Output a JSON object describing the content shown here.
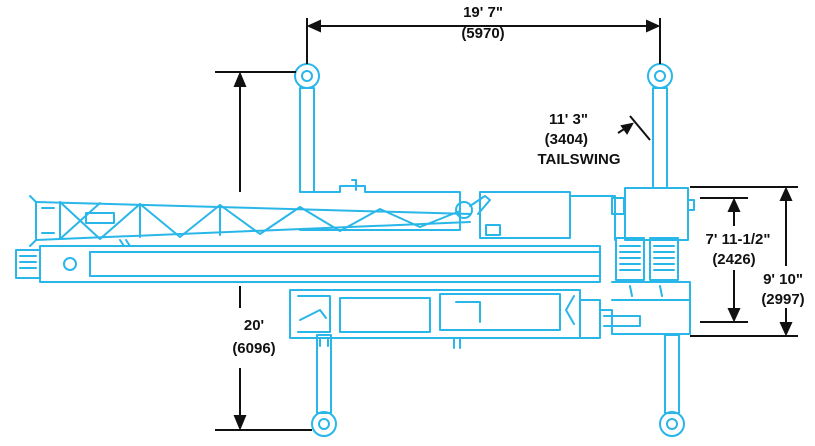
{
  "colors": {
    "outline": "#29b6e8",
    "dimension": "#111111",
    "background": "#ffffff"
  },
  "dimensions": {
    "outrigger_span": {
      "feet": "19' 7\"",
      "mm": "(5970)"
    },
    "outrigger_extension": {
      "feet": "20'",
      "mm": "(6096)"
    },
    "tailswing": {
      "feet": "11' 3\"",
      "mm": "(3404)",
      "label": "TAILSWING"
    },
    "carrier_width": {
      "feet": "7' 11-1/2\"",
      "mm": "(2426)"
    },
    "overall_width": {
      "feet": "9' 10\"",
      "mm": "(2997)"
    }
  }
}
